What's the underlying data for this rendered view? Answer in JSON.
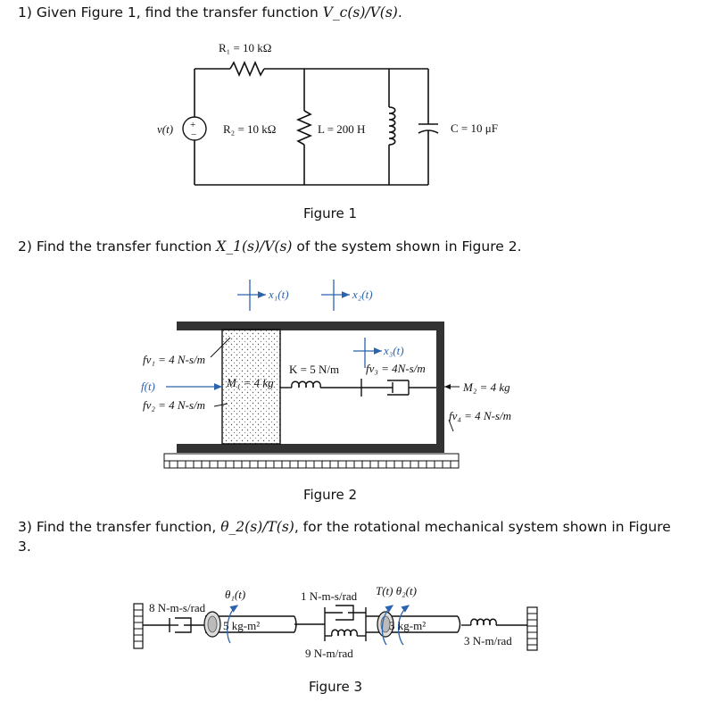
{
  "questions": [
    {
      "number": "1)",
      "text_before": "Given Figure 1, find the transfer function ",
      "math": "V_c(s)/V(s)",
      "text_after": "."
    },
    {
      "number": "2)",
      "text_before": "Find the transfer function ",
      "math": "X_1(s)/V(s)",
      "text_after": " of the system shown in Figure 2."
    },
    {
      "number": "3)",
      "text_before": "Find the transfer function, ",
      "math": "θ_2(s)/T(s)",
      "text_after": ", for the rotational mechanical system shown in Figure 3."
    }
  ],
  "figure1": {
    "caption": "Figure 1",
    "source": "v(t)",
    "r1": "R₁ = 10 kΩ",
    "r2": "R₂ = 10 kΩ",
    "inductor": "L = 200 H",
    "capacitor": "C = 10 μF"
  },
  "figure2": {
    "caption": "Figure 2",
    "x1": "x₁(t)",
    "x2": "x₂(t)",
    "x3": "x₃(t)",
    "fv1": "fv₁ = 4 N-s/m",
    "force": "f(t)",
    "fv2": "fv₂ = 4 N-s/m",
    "m1": "M₁ = 4 kg",
    "spring": "K = 5 N/m",
    "fv3": "fv₃ = 4N-s/m",
    "m2": "M₂ = 4 kg",
    "fv4": "fv₄ = 4 N-s/m"
  },
  "figure3": {
    "caption": "Figure 3",
    "damper_left": "8 N-m-s/rad",
    "theta1": "θ₁(t)",
    "inertia1": "5 kg-m²",
    "damper_mid": "1 N-m-s/rad",
    "spring_mid": "9 N-m/rad",
    "torque_theta2": "T(t) θ₂(t)",
    "inertia2": "3 kg-m²",
    "spring_right": "3 N-m/rad"
  }
}
